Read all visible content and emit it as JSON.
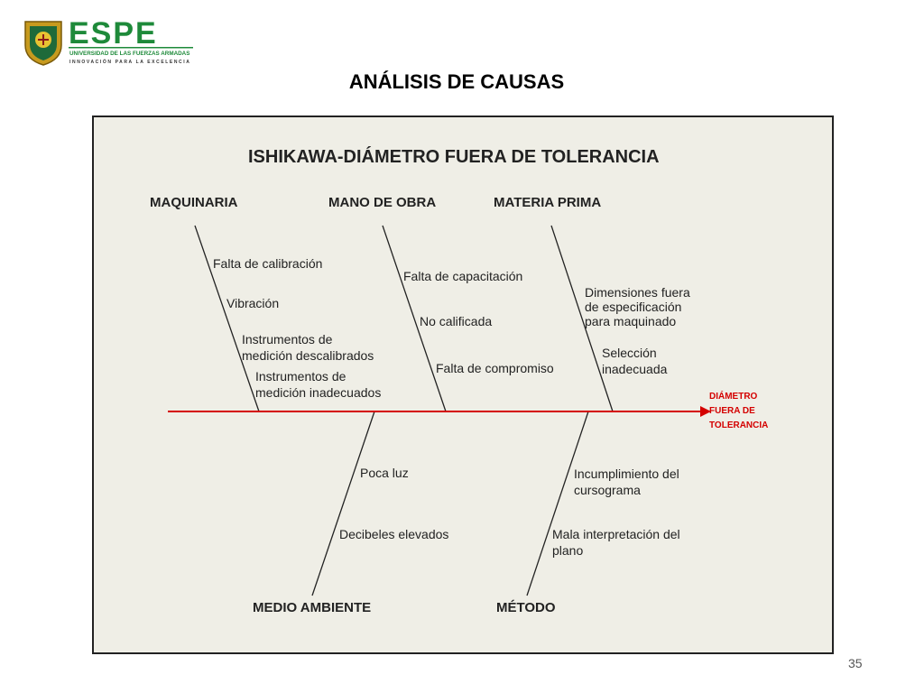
{
  "header": {
    "logo_name": "ESPE",
    "logo_line1": "UNIVERSIDAD DE LAS FUERZAS ARMADAS",
    "logo_line2": "INNOVACIÓN PARA LA EXCELENCIA"
  },
  "slide": {
    "title": "ANÁLISIS DE CAUSAS",
    "page_number": "35"
  },
  "diagram": {
    "title": "ISHIKAWA-DIÁMETRO FUERA DE TOLERANCIA",
    "effect_lines": [
      "DIÁMETRO",
      "FUERA DE",
      "TOLERANCIA"
    ],
    "effect_color": "#d40000",
    "categories": {
      "maquinaria": {
        "label": "MAQUINARIA",
        "causes": [
          "Falta de calibración",
          "Vibración",
          "Instrumentos de",
          "medición descalibrados",
          "Instrumentos de",
          "medición inadecuados"
        ]
      },
      "mano_obra": {
        "label": "MANO DE OBRA",
        "causes": [
          "Falta de capacitación",
          "No calificada",
          "Falta de compromiso"
        ]
      },
      "materia_prima": {
        "label": "MATERIA PRIMA",
        "causes": [
          "Dimensiones fuera",
          "de especificación",
          "para maquinado",
          "Selección",
          "inadecuada"
        ]
      },
      "medio_ambiente": {
        "label": "MEDIO AMBIENTE",
        "causes": [
          "Poca luz",
          "Decibeles elevados"
        ]
      },
      "metodo": {
        "label": "MÉTODO",
        "causes": [
          "Incumplimiento del",
          "cursograma",
          "Mala interpretación del",
          "plano"
        ]
      }
    }
  }
}
